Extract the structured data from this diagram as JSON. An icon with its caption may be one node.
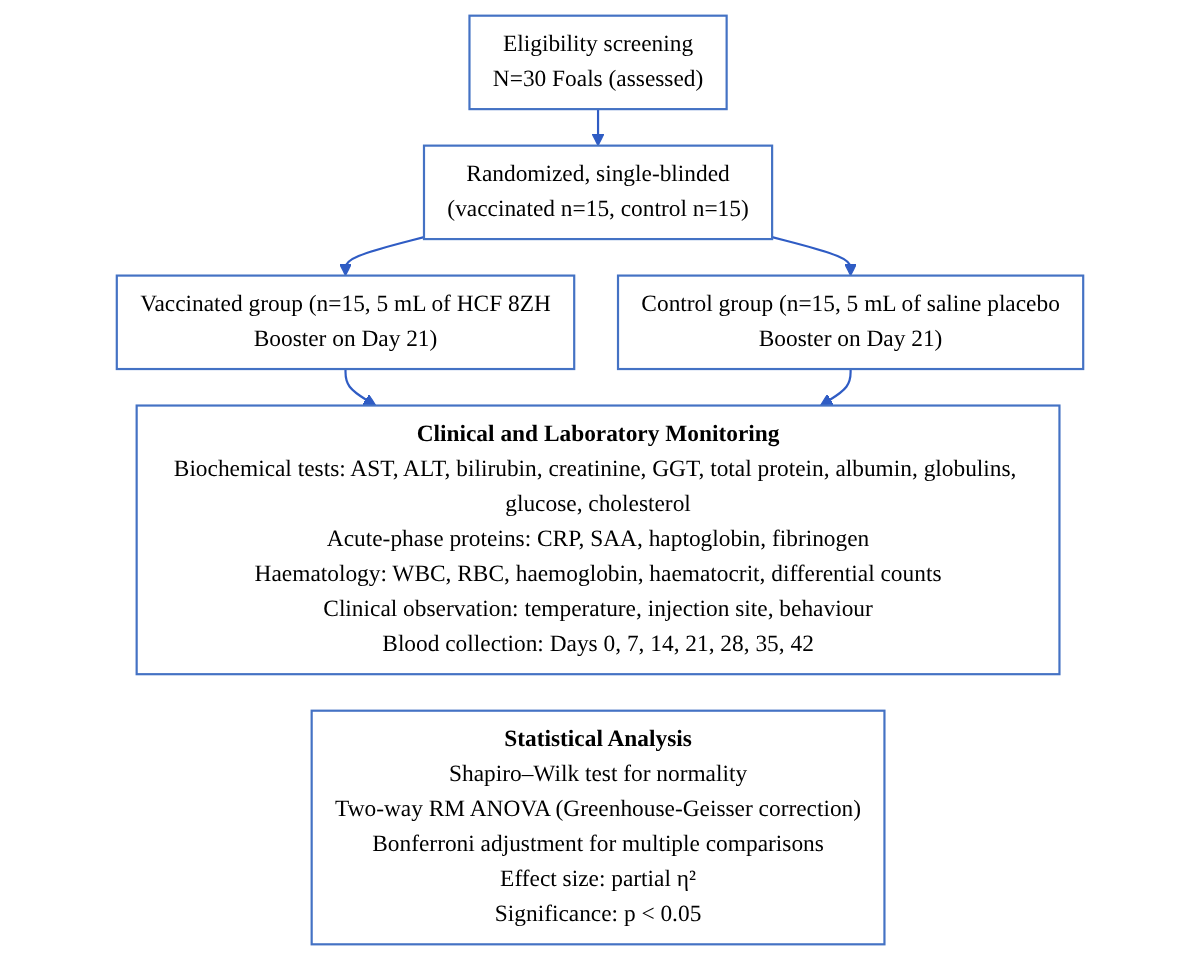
{
  "diagram": {
    "nodes": [
      {
        "text": [
          "Eligibility screening",
          "N=30 Foals (assessed)"
        ]
      },
      {
        "text": [
          "Randomized, single-blinded",
          "(vaccinated n=15,  control n=15)"
        ]
      },
      {
        "text": [
          "Vaccinated group (n=15, 5 mL of HCF 8ZH",
          "Booster on Day 21)"
        ]
      },
      {
        "text": [
          "Control group (n=15, 5 mL of saline placebo",
          "Booster on Day 21)"
        ]
      },
      {
        "text": [
          "Clinical and Laboratory Monitoring",
          "Biochemical tests: AST, ALT, bilirubin, creatinine, GGT, total protein, albumin, globulins, glucose, cholesterol",
          "Acute-phase proteins: CRP, SAA, haptoglobin, fibrinogen",
          "Haematology: WBC, RBC, haemoglobin, haematocrit, differential counts",
          "Clinical observation: temperature, injection site, behaviour",
          "Blood collection: Days 0, 7, 14, 21, 28, 35, 42"
        ]
      },
      {
        "text": [
          "Statistical Analysis",
          "Shapiro–Wilk test for normality",
          "Two-way RM ANOVA (Greenhouse-Geisser correction)",
          "Bonferroni adjustment for multiple comparisons",
          "Effect size: partial η²",
          "Significance: p < 0.05"
        ]
      }
    ],
    "edges": [
      {
        "from": 0,
        "to": 1,
        "arrow": "to"
      },
      {
        "from": 1,
        "to": 2,
        "arrow": "to"
      },
      {
        "from": 1,
        "to": 3,
        "arrow": "to"
      },
      {
        "from": 2,
        "to": 4,
        "arrow": "to"
      },
      {
        "from": 3,
        "to": 4,
        "arrow": "to"
      }
    ]
  }
}
